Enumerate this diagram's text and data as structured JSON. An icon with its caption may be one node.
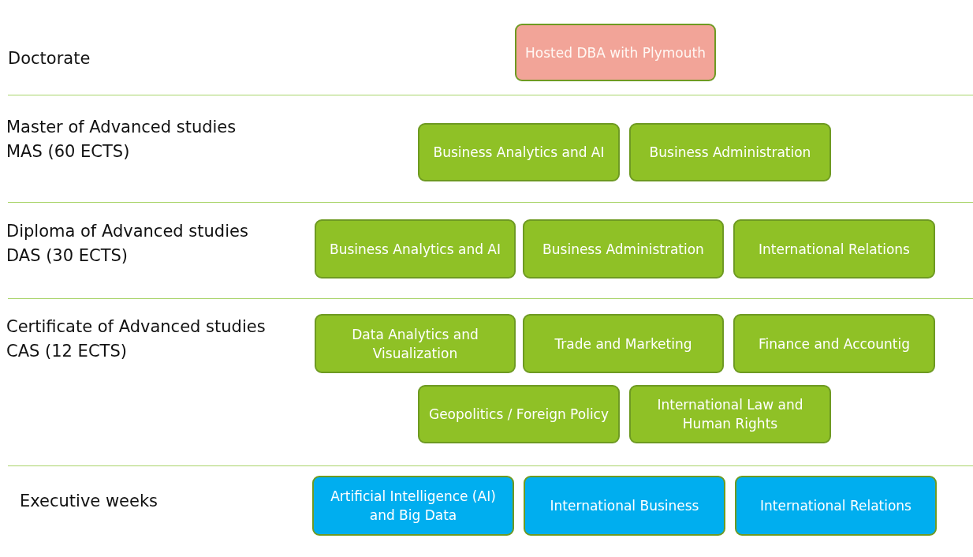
{
  "diagram": {
    "nodes": [
      {
        "text": [
          "Hosted DBA with Plymouth"
        ]
      },
      {
        "text": [
          "Business Analytics and AI"
        ]
      },
      {
        "text": [
          "Business Administration"
        ]
      },
      {
        "text": [
          "Business Analytics and AI"
        ]
      },
      {
        "text": [
          "Business Administration"
        ]
      },
      {
        "text": [
          "International Relations"
        ]
      },
      {
        "text": [
          "Data Analytics and Visualization"
        ]
      },
      {
        "text": [
          "Trade and Marketing"
        ]
      },
      {
        "text": [
          "Finance and Accountig"
        ]
      },
      {
        "text": [
          "Geopolitics / Foreign Policy"
        ]
      },
      {
        "text": [
          "International Law and Human Rights"
        ]
      },
      {
        "text": [
          "Artificial Intelligence (AI) and Big Data"
        ]
      },
      {
        "text": [
          "International Business"
        ]
      },
      {
        "text": [
          "International Relations"
        ]
      }
    ],
    "edges": [],
    "labels": [
      "Doctorate",
      "Master of Advanced studies",
      "MAS (60 ECTS)",
      "Diploma of Advanced studies",
      "DAS (30 ECTS)",
      "Certificate of Advanced studies",
      "CAS (12 ECTS)",
      "Executive weeks"
    ]
  }
}
